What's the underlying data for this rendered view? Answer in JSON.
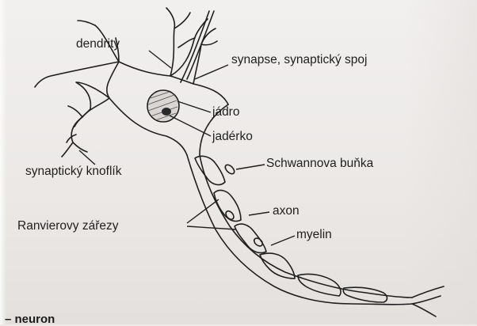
{
  "labels": {
    "dendrites": "dendrity",
    "synapse": "synapse, synaptický spoj",
    "nucleus": "jádro",
    "nucleolus": "jadérko",
    "schwann": "Schwannova buňka",
    "terminal": "synaptický knoflík",
    "axon": "axon",
    "ranvier": "Ranvierovy zářezy",
    "myelin": "myelin"
  },
  "caption": "– neuron",
  "colors": {
    "ink": "#1f1f1f",
    "paper": "#ece9e7",
    "nucleus": "#3a3a3a"
  }
}
